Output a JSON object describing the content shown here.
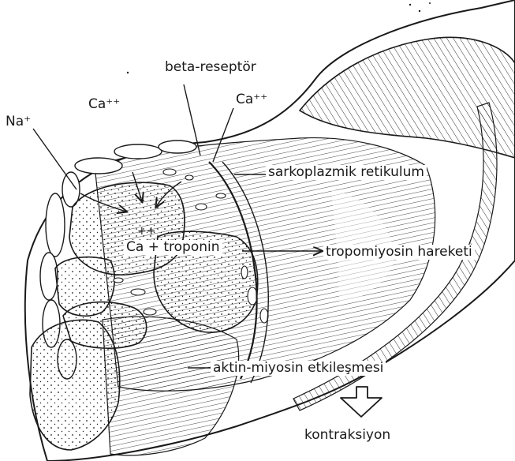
{
  "diagram": {
    "labels": {
      "na_ion": "Na⁺",
      "ca_ion_left": "Ca⁺⁺",
      "beta_receptor": "beta-reseptör",
      "ca_ion_right": "Ca⁺⁺",
      "sarcoplasmic_reticulum": "sarkoplazmik retikulum",
      "ca_superscript": "++",
      "ca_troponin": "Ca + troponin",
      "tropomyosin_movement": "tropomiyosin hareketi",
      "actin_myosin_interaction": "aktin-miyosin etkileşmesi",
      "contraction": "kontraksiyon"
    },
    "colors": {
      "ink": "#1a1a1a",
      "paper": "#ffffff"
    },
    "icons": {
      "down_arrow": "hollow-down-arrow-icon"
    }
  }
}
